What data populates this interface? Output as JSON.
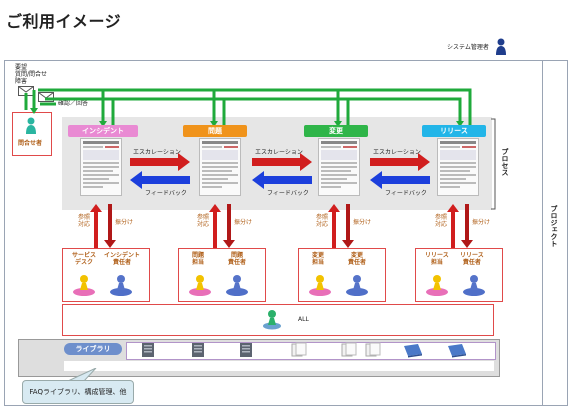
{
  "title": "ご利用イメージ",
  "admin_label": "システム管理者",
  "inquiry": {
    "types": [
      "要望",
      "質問/問合せ",
      "障害"
    ],
    "label": "問合せ者",
    "confirm_label": "確認／回答"
  },
  "phases": [
    {
      "name": "インシデント",
      "color": "#e98ad3"
    },
    {
      "name": "問題",
      "color": "#f0931b"
    },
    {
      "name": "変更",
      "color": "#2fb549"
    },
    {
      "name": "リリース",
      "color": "#22b5e8"
    }
  ],
  "flow": {
    "escalation": "エスカレーション",
    "feedback": "フィードバック"
  },
  "side_labels": {
    "process": "プロセス",
    "project": "プロジェクト"
  },
  "vertical": {
    "respond": "参照\n対応",
    "assign": "振分け"
  },
  "roles": [
    {
      "left": "サービス\nデスク",
      "right": "インシデント\n責任者"
    },
    {
      "left": "問題\n担当",
      "right": "問題\n責任者"
    },
    {
      "left": "変更\n担当",
      "right": "変更\n責任者"
    },
    {
      "left": "リリース\n担当",
      "right": "リリース\n責任者"
    }
  ],
  "all_label": "ALL",
  "library": {
    "label": "ライブラリ",
    "callout": "FAQライブラリ、構成管理、他"
  },
  "colors": {
    "green": "#1faa3b",
    "red": "#d11e1e",
    "blue": "#1c3fdc",
    "lib_blue": "#6e8fcc"
  }
}
